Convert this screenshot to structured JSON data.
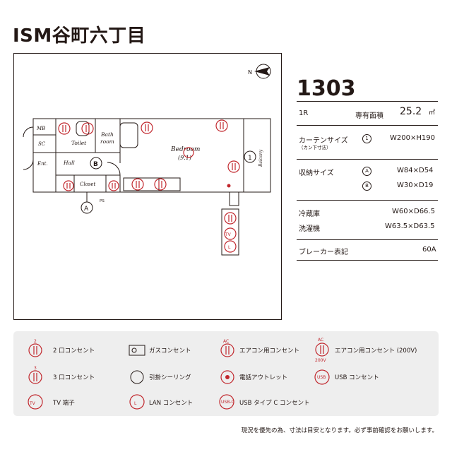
{
  "title": "ISM谷町六丁目",
  "unit": "1303",
  "floor_plan": {
    "rooms": {
      "mb": "MB",
      "sc": "SC",
      "ent": "Ent.",
      "toilet": "Toilet",
      "bath": "Bath",
      "bath2": "room",
      "hall": "Hall",
      "closet": "Closet",
      "bedroom": "Bedroom",
      "bedroom_size": "(9.1)",
      "balcony": "Balcony",
      "ps": "PS"
    },
    "markers": {
      "a": "A",
      "b": "B",
      "one": "1"
    },
    "compass": "N",
    "outlet_tv": "TV",
    "outlet_lan": "L"
  },
  "specs": {
    "layout": "1R",
    "area_label": "専有面積",
    "area_value": "25.2",
    "area_unit": "㎡",
    "curtain_label": "カーテンサイズ",
    "curtain_sub": "（カン下寸法）",
    "curtain_mark": "1",
    "curtain_value": "W200×H190",
    "storage_label": "収納サイズ",
    "storage_a_mark": "A",
    "storage_a_value": "W84×D54",
    "storage_b_mark": "B",
    "storage_b_value": "W30×D19",
    "fridge_label": "冷蔵庫",
    "fridge_value": "W60×D66.5",
    "washer_label": "洗濯機",
    "washer_value": "W63.5×D63.5",
    "breaker_label": "ブレーカー表記",
    "breaker_value": "60A"
  },
  "legend": {
    "outlet2": "2 口コンセント",
    "gas": "ガスコンセント",
    "ac": "エアコン用コンセント",
    "ac200": "エアコン用コンセント (200V)",
    "outlet3": "3 口コンセント",
    "ceiling": "引掛シーリング",
    "phone": "電話アウトレット",
    "usb": "USB コンセント",
    "tv": "TV 端子",
    "lan": "LAN コンセント",
    "usbc": "USB タイプ C コンセント",
    "icon_2": "2",
    "icon_3": "3",
    "icon_ac": "AC",
    "icon_200v": "200V",
    "icon_usb": "USB",
    "icon_usbc": "USB-C",
    "icon_tv": "TV",
    "icon_l": "L"
  },
  "note": "現況を優先の為、寸法は目安となります。必ず事前確認をお願いします。",
  "colors": {
    "accent": "#c1272d",
    "text": "#231815",
    "legend_bg": "#eeeeee"
  }
}
